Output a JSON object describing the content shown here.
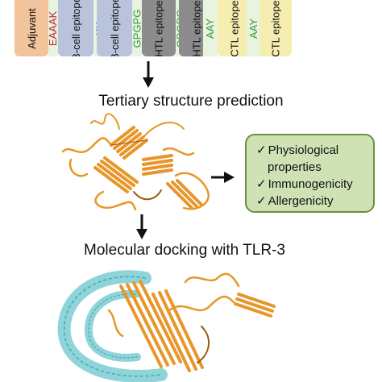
{
  "construct": {
    "segments": [
      {
        "label": "Adjuvant",
        "kind": "block",
        "bg": "#f2c49b",
        "fg": "#111111"
      },
      {
        "label": "EAAAK",
        "kind": "linker",
        "bg": "#e8f3e0",
        "fg": "#c0272d"
      },
      {
        "label": "B-cell epitope",
        "kind": "block",
        "bg": "#b9c4dc",
        "fg": "#111111"
      },
      {
        "label": "KK",
        "kind": "linker",
        "bg": "#e8f3e0",
        "fg": "#3a78b8"
      },
      {
        "label": "B-cell epitope",
        "kind": "block",
        "bg": "#b9c4dc",
        "fg": "#111111"
      },
      {
        "label": "GPGPG",
        "kind": "linker",
        "bg": "#e8f3e0",
        "fg": "#3a9a3a"
      },
      {
        "label": "HTL epitope",
        "kind": "block",
        "bg": "#8c8c8c",
        "fg": "#111111"
      },
      {
        "label": "GPGPG",
        "kind": "linker",
        "bg": "#e8f3e0",
        "fg": "#3a9a3a"
      },
      {
        "label": "HTL epitope",
        "kind": "block",
        "bg": "#8c8c8c",
        "fg": "#111111"
      },
      {
        "label": "AAY",
        "kind": "linker",
        "bg": "#e8f3e0",
        "fg": "#3a9a3a"
      },
      {
        "label": "CTL epitope",
        "kind": "block",
        "bg": "#f6eeb0",
        "fg": "#111111"
      },
      {
        "label": "AAY",
        "kind": "linker",
        "bg": "#e8f3e0",
        "fg": "#3a9a3a"
      },
      {
        "label": "CTL epitope",
        "kind": "block",
        "bg": "#f6eeb0",
        "fg": "#111111"
      }
    ]
  },
  "step_tertiary": {
    "title": "Tertiary structure prediction"
  },
  "evaluation": {
    "check_mark": "✓",
    "lines": [
      "Physiological",
      "properties",
      "Immunogenicity",
      "Allergenicity"
    ]
  },
  "step_docking": {
    "title": "Molecular docking with TLR-3"
  },
  "colors": {
    "protein_orange": "#e8962a",
    "protein_dark": "#9a5a10",
    "receptor_cyan": "#8fd4d8",
    "receptor_dark": "#4fa5ab",
    "box_fill": "#cfe2b4",
    "box_border": "#6b8f45"
  }
}
